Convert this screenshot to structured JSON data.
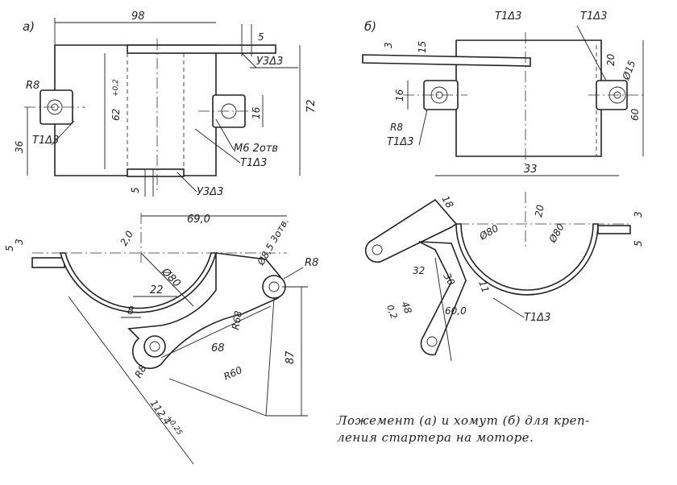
{
  "view_a": {
    "label": "а)",
    "dim_98": "98",
    "dim_5_top": "5",
    "weld_u3_top": "У3Δ3",
    "dim_62": "62",
    "dim_62_tol": "+0,2",
    "dim_72": "72",
    "dim_16": "16",
    "thread_note": "М6 2отв",
    "weld_t1_right": "Т1Δ3",
    "r8": "R8",
    "dim_36": "36",
    "weld_t1_left": "Т1Δ3",
    "dim_5_bottom": "5",
    "weld_u3_bottom": "У3Δ3"
  },
  "view_a_lower": {
    "dim_69": "69,0",
    "dim_5": "5",
    "dim_3": "3",
    "dim_2": "2,0",
    "diam_80": "Ø80",
    "dim_22": "22",
    "dim_8": "8",
    "hole_note": "Ø8,5 3отв.",
    "r8_right": "R8",
    "r68": "R68",
    "dim_68": "68",
    "dim_87": "87",
    "r60": "R60",
    "r8_left": "R8",
    "dim_112": "112,4",
    "dim_112_tol": "+0,25"
  },
  "view_b": {
    "label": "б)",
    "weld_t1_top": "Т1Δ3",
    "weld_t1_right": "Т1Δ3",
    "dim_3": "3",
    "dim_15": "15",
    "dim_20": "20",
    "diam_15": "Ø15",
    "dim_16": "16",
    "dim_60": "60",
    "weld_label": "R8",
    "weld_t1_left": "Т1Δ3",
    "dim_33": "33"
  },
  "view_b_lower": {
    "dim_18": "18",
    "dim_20": "20",
    "dim_3": "3",
    "dim_5": "5",
    "diam_80a": "Ø80",
    "diam_80b": "Ø80",
    "dim_32": "32",
    "dim_30": "30",
    "dim_11": "11",
    "dim_48": "48",
    "dim_02": "0,2",
    "dim_60": "60,0",
    "weld_t1": "Т1Δ3"
  },
  "caption": {
    "line1": "Ложемент (а) и хомут (б) для креп-",
    "line2": "ления стартера на моторе."
  }
}
